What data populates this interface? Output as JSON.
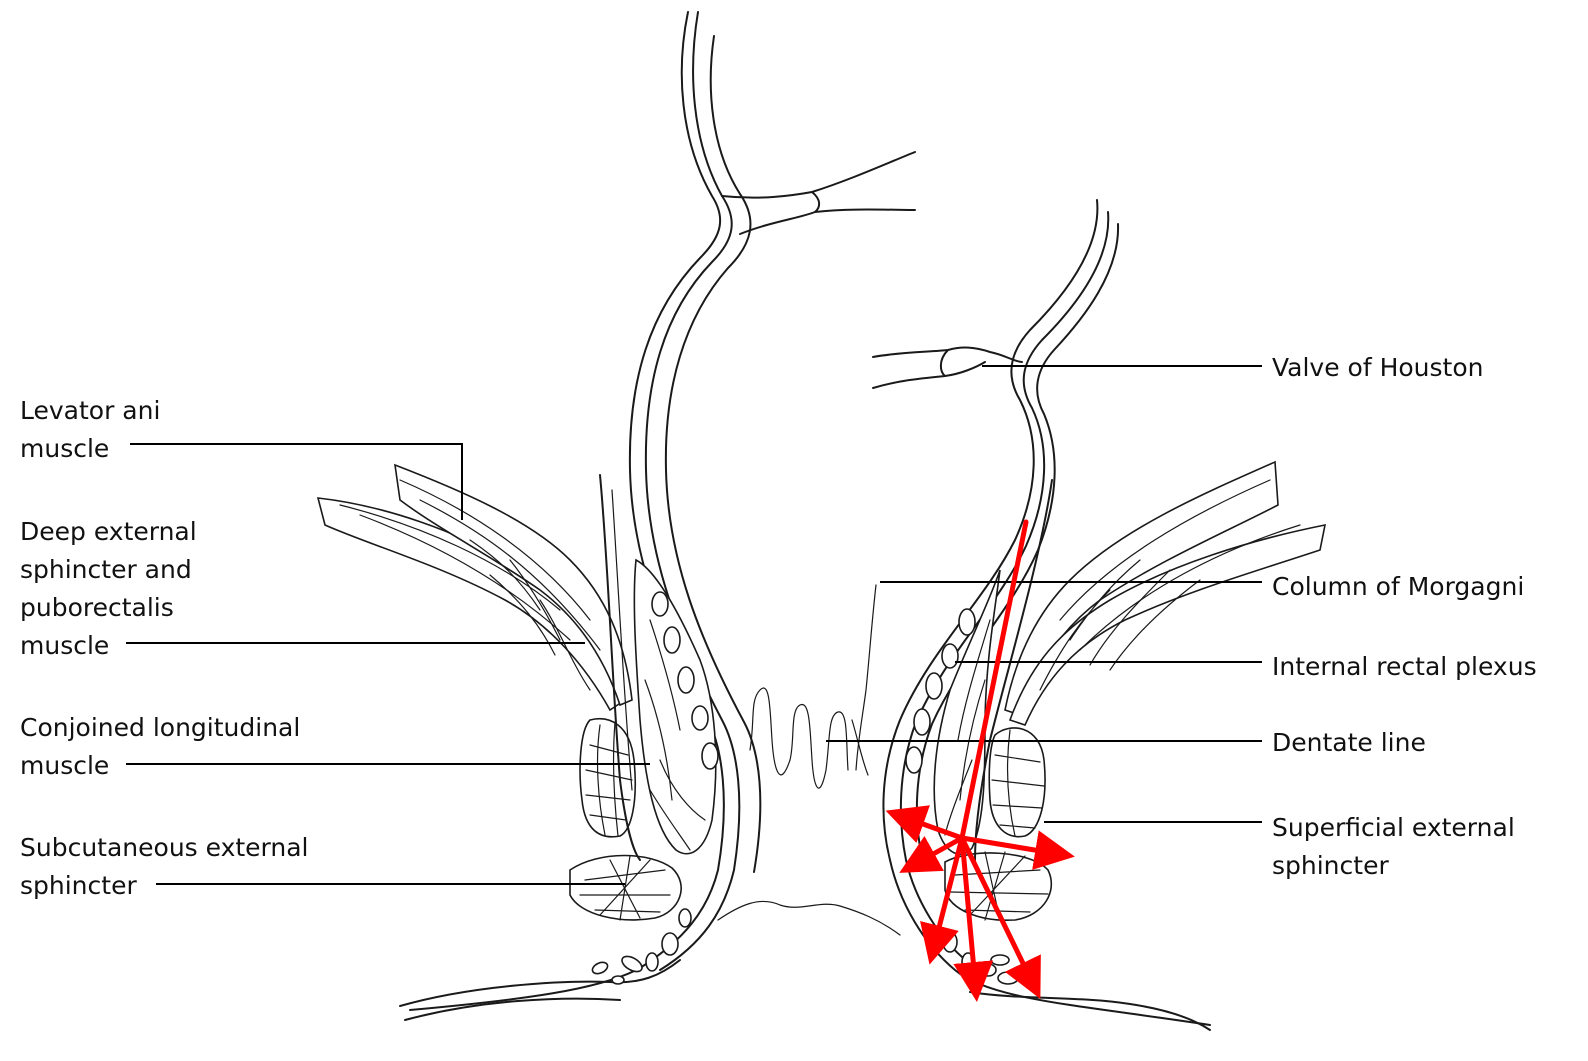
{
  "labels": {
    "levator_ani": [
      "Levator ani",
      "muscle"
    ],
    "deep_external": [
      "Deep external",
      "sphincter and",
      "puborectalis",
      "muscle"
    ],
    "conjoined_longitudinal": [
      "Conjoined longitudinal",
      "muscle"
    ],
    "subcutaneous_external": [
      "Subcutaneous external",
      "sphincter"
    ],
    "valve_of_houston": [
      "Valve of Houston"
    ],
    "column_of_morgagni": [
      "Column of Morgagni"
    ],
    "internal_rectal_plexus": [
      "Internal rectal plexus"
    ],
    "dentate_line": [
      "Dentate line"
    ],
    "superficial_external": [
      "Superficial external",
      "sphincter"
    ]
  },
  "colors": {
    "line_art": "#1a1a1a",
    "annotation_arrows": "#ff0000",
    "background": "#ffffff"
  }
}
